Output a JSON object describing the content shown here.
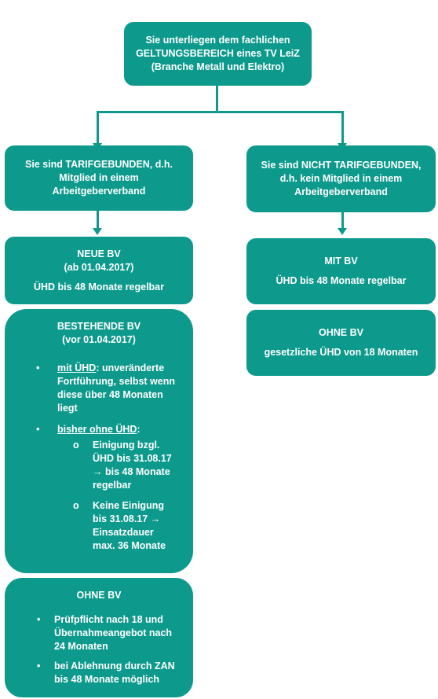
{
  "top": {
    "line1": "Sie unterliegen dem fachlichen",
    "line2": "GELTUNGSBEREICH eines TV LeiZ",
    "line3": "(Branche Metall und Elektro)"
  },
  "left": {
    "header": {
      "line1": "Sie sind TARIFGEBUNDEN, d.h.",
      "line2": "Mitglied in einem",
      "line3": "Arbeitgeberverband"
    },
    "neue_bv": {
      "title": "NEUE BV",
      "date": "(ab 01.04.2017)",
      "text": "ÜHD bis 48 Monate regelbar"
    },
    "bestehende_bv": {
      "title": "BESTEHENDE BV",
      "date": "(vor 01.04.2017)",
      "item1_label": "mit ÜHD",
      "item1_rest_1": ": unveränderte",
      "item1_rest_2": "Fortführung, selbst wenn",
      "item1_rest_3": "diese über 48 Monaten",
      "item1_rest_4": "liegt",
      "item2_label": "bisher ohne ÜHD",
      "item2_colon": ":",
      "sub1_l1": "Einigung bzgl.",
      "sub1_l2": "ÜHD bis 31.08.17",
      "sub1_l3": "bis 48 Monate",
      "sub1_l4": "regelbar",
      "sub2_l1": "Keine Einigung",
      "sub2_l2": "bis 31.08.17",
      "sub2_l3": "Einsatzdauer",
      "sub2_l4": "max. 36 Monate",
      "bullet": "•",
      "circle": "o",
      "arrow": "→"
    },
    "ohne_bv": {
      "title": "OHNE BV",
      "item1_l1": "Prüfpflicht nach 18 und",
      "item1_l2": "Übernahmeangebot nach",
      "item1_l3": "24 Monaten",
      "item2_l1": "bei Ablehnung durch ZAN",
      "item2_l2": "bis 48 Monate möglich"
    }
  },
  "right": {
    "header": {
      "line1": "Sie sind NICHT TARIFGEBUNDEN,",
      "line2": "d.h. kein Mitglied in einem",
      "line3": "Arbeitgeberverband"
    },
    "mit_bv": {
      "title": "MIT BV",
      "text": "ÜHD bis 48 Monate regelbar"
    },
    "ohne_bv": {
      "title": "OHNE BV",
      "text": "gesetzliche ÜHD von 18 Monaten"
    }
  },
  "colors": {
    "box": "#0d9a8d",
    "text": "#ffffff"
  }
}
